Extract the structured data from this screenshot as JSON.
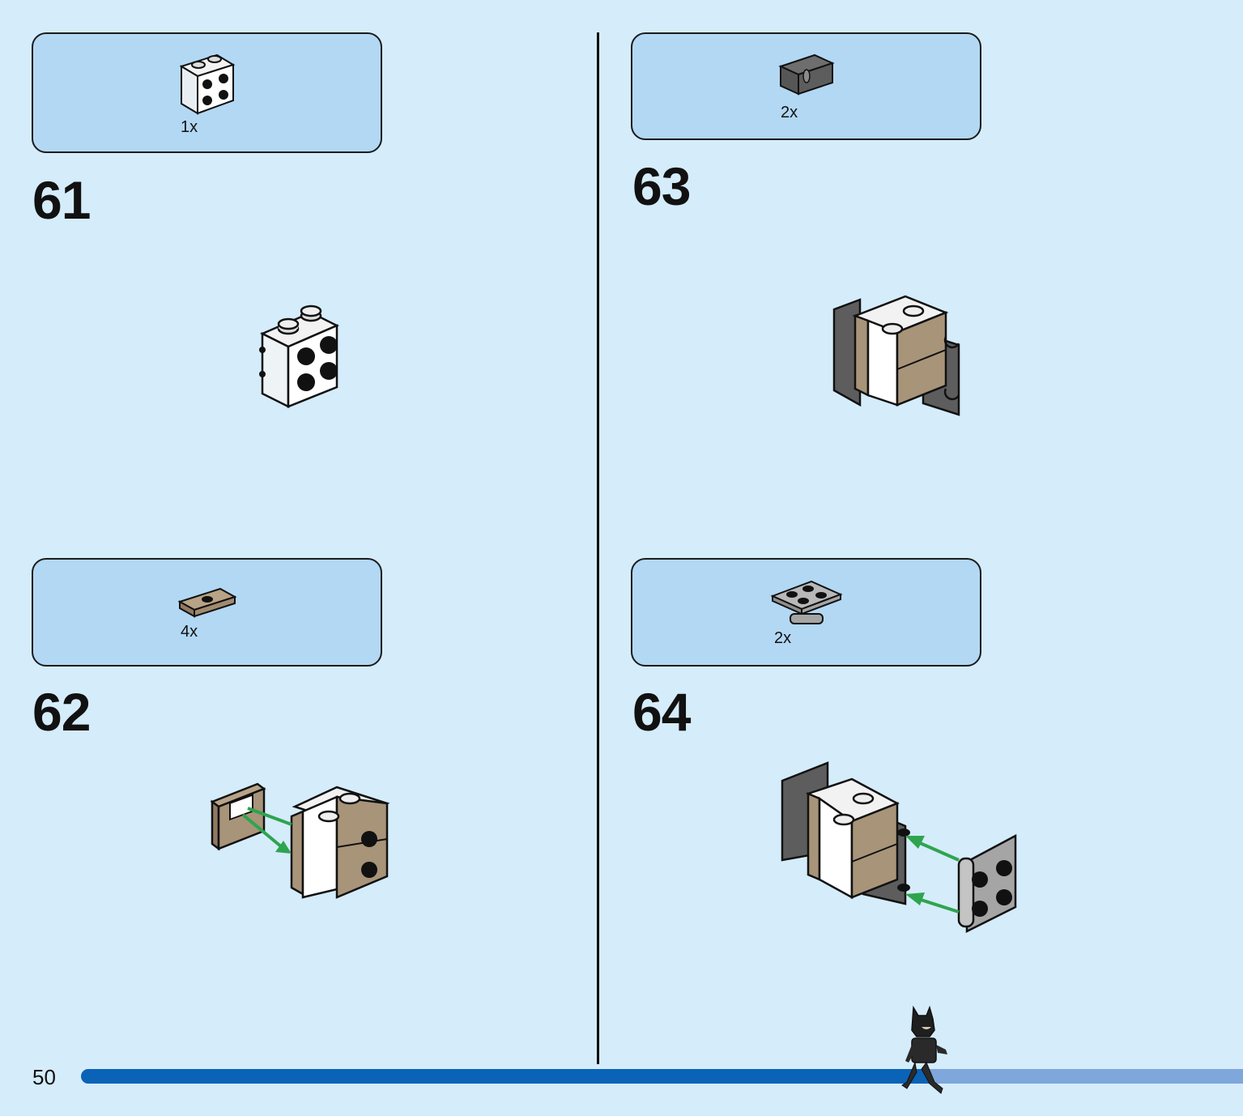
{
  "page_number": "50",
  "progress": 0.73,
  "colors": {
    "background": "#d5ecfb",
    "parts_box": "#b2d8f4",
    "progress_fill": "#0a63b6",
    "progress_rest": "#7fa7dc",
    "arrow": "#2ea44f",
    "tan": "#a89479",
    "dark_gray": "#5d5d5d",
    "light_gray": "#a5a5a5"
  },
  "steps": [
    {
      "number": "61",
      "parts": [
        {
          "quantity": "1x",
          "part": "transparent-brick-1x2-with-studs-on-side"
        }
      ]
    },
    {
      "number": "62",
      "parts": [
        {
          "quantity": "4x",
          "part": "tan-jumper-plate-1x2"
        }
      ]
    },
    {
      "number": "63",
      "parts": [
        {
          "quantity": "2x",
          "part": "dark-gray-bracket"
        }
      ]
    },
    {
      "number": "64",
      "parts": [
        {
          "quantity": "2x",
          "part": "light-gray-hinge-plate-2x2"
        }
      ]
    }
  ]
}
